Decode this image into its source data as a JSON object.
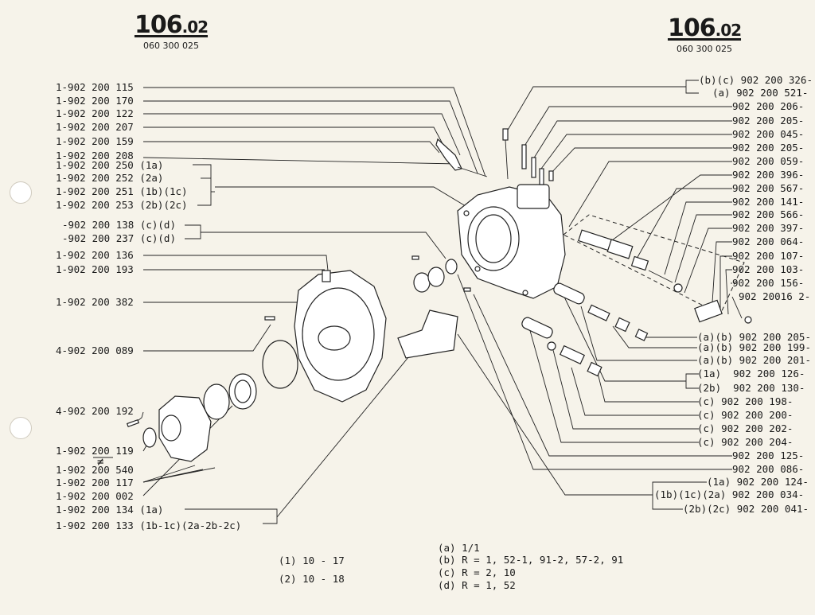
{
  "header": {
    "left_num": "106",
    "left_sub": ".02",
    "left_code": "060 300 025",
    "right_num": "106",
    "right_sub": ".02",
    "right_code": "060 300 025"
  },
  "left_labels": [
    "1-902 200 115",
    "1-902 200 170",
    "1-902 200 122",
    "1-902 200 207",
    "1-902 200 159",
    "1-902 200 208",
    "1-902 200 250 (1a)",
    "1-902 200 252 (2a)",
    "1-902 200 251 (1b)(1c)",
    "1-902 200 253 (2b)(2c)",
    "-902 200 138 (c)(d)",
    "-902 200 237 (c)(d)",
    "1-902 200 136",
    "1-902 200 193",
    "1-902 200 382",
    "4-902 200 089",
    "4-902 200 192",
    "1-902 200 119",
    "1-902 200 540",
    "1-902 200 117",
    "1-902 200 002",
    "1-902 200 134 (1a)",
    "1-902 200 133 (1b-1c)(2a-2b-2c)"
  ],
  "not_equal_sign": "≠",
  "right_labels": [
    "(b)(c) 902 200 326-",
    "(a) 902 200 521-",
    "902 200 206-",
    "902 200 205-",
    "902 200 045-",
    "902 200 205-",
    "902 200 059-",
    "902 200 396-",
    "902 200 567-",
    "902 200 141-",
    "902 200 566-",
    "902 200 397-",
    "902 200 064-",
    "902 200 107-",
    "902 200 103-",
    "902 200 156-",
    "902 20016 2-",
    "(a)(b) 902 200 205-",
    "(a)(b) 902 200 199-",
    "(a)(b) 902 200 201-",
    "(1a)  902 200 126-",
    "(2b)  902 200 130-",
    "(c) 902 200 198-",
    "(c) 902 200 200-",
    "(c) 902 200 202-",
    "(c) 902 200 204-",
    "902 200 125-",
    "902 200 086-",
    "(1a) 902 200 124-",
    "(1b)(1c)(2a) 902 200 034-",
    "(2b)(2c) 902 200 041-"
  ],
  "notes": {
    "n1": "(1) 10 - 17",
    "n2": "(2) 10 - 18",
    "a": "(a) 1/1",
    "b": "(b) R = 1, 52-1, 91-2, 57-2, 91",
    "c": "(c) R = 2, 10",
    "d": "(d) R = 1, 52"
  }
}
